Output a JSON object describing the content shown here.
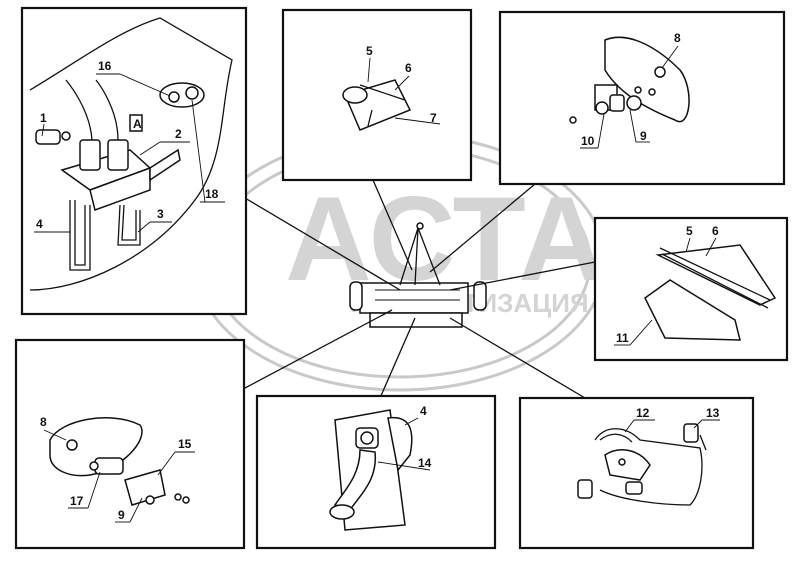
{
  "watermark": {
    "brand": "АСТА",
    "subtitle": "АВТОМАТИЗАЦИЯ"
  },
  "panels": {
    "top_left": {
      "labels": [
        "1",
        "2",
        "3",
        "4",
        "16",
        "18"
      ],
      "tag": "А"
    },
    "top_center": {
      "labels": [
        "5",
        "6",
        "7"
      ]
    },
    "top_right": {
      "labels": [
        "8",
        "9",
        "10"
      ]
    },
    "mid_right": {
      "labels": [
        "5",
        "6",
        "11"
      ]
    },
    "bottom_left": {
      "labels": [
        "8",
        "9",
        "15",
        "17"
      ]
    },
    "bottom_center": {
      "labels": [
        "4",
        "14"
      ]
    },
    "bottom_right": {
      "labels": [
        "12",
        "13"
      ]
    }
  }
}
